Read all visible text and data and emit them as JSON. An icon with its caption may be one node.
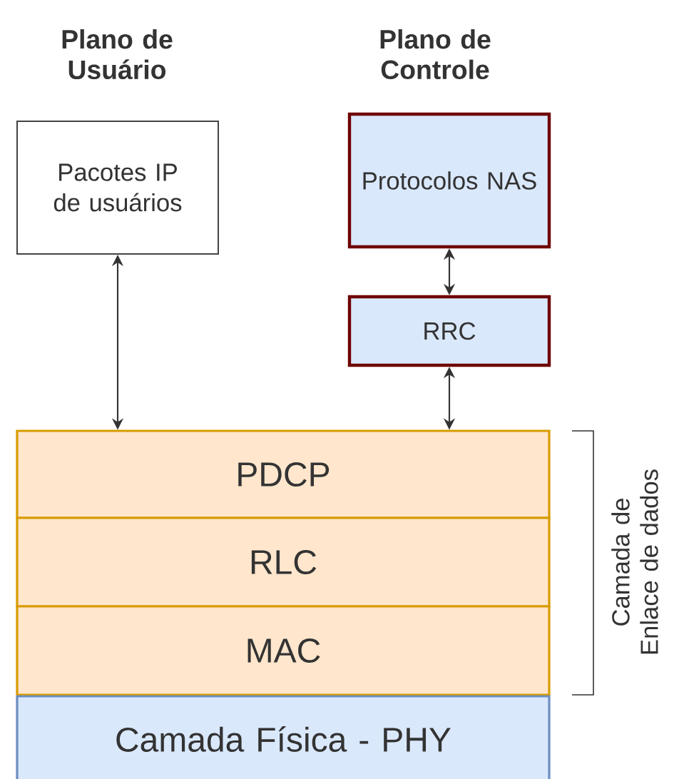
{
  "diagram": {
    "nodes": [
      {
        "text": [
          "Pacotes IP de usuários"
        ]
      },
      {
        "text": [
          "Protocolos NAS"
        ]
      },
      {
        "text": [
          "RRC"
        ]
      },
      {
        "text": [
          "PDCP"
        ]
      },
      {
        "text": [
          "RLC"
        ]
      },
      {
        "text": [
          "MAC"
        ]
      },
      {
        "text": [
          "Camada Física - PHY"
        ]
      }
    ],
    "edges": [
      {
        "from": 0,
        "to": 3,
        "arrow": "both"
      },
      {
        "from": 1,
        "to": 2,
        "arrow": "both"
      },
      {
        "from": 2,
        "to": 3,
        "arrow": "both"
      }
    ],
    "labels": [
      "Plano de Usuário",
      "Plano de Controle",
      "Camada de Enlace de dados"
    ]
  }
}
